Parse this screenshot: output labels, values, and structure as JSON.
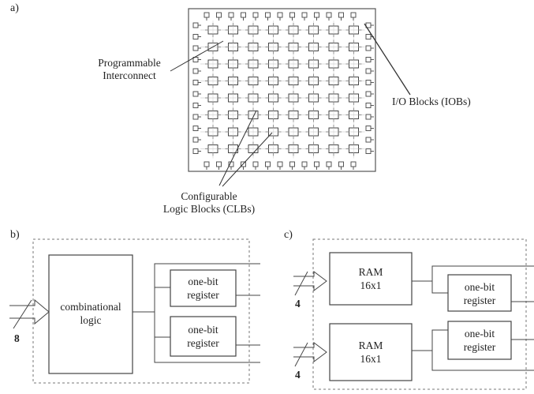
{
  "panels": {
    "a": "a)",
    "b": "b)",
    "c": "c)"
  },
  "fpga": {
    "interconnect_label": [
      "Programmable",
      "Interconnect"
    ],
    "iob_label": "I/O Blocks (IOBs)",
    "clb_label": [
      "Configurable",
      "Logic Blocks (CLBs)"
    ],
    "clb_grid": {
      "rows": 8,
      "cols": 8
    }
  },
  "clb_b": {
    "combinational": [
      "combinational",
      "logic"
    ],
    "register_1": [
      "one-bit",
      "register"
    ],
    "register_2": [
      "one-bit",
      "register"
    ],
    "input_width": "8"
  },
  "clb_c": {
    "ram_1": [
      "RAM",
      "16x1"
    ],
    "ram_2": [
      "RAM",
      "16x1"
    ],
    "register_1": [
      "one-bit",
      "register"
    ],
    "register_2": [
      "one-bit",
      "register"
    ],
    "input_width_1": "4",
    "input_width_2": "4"
  }
}
